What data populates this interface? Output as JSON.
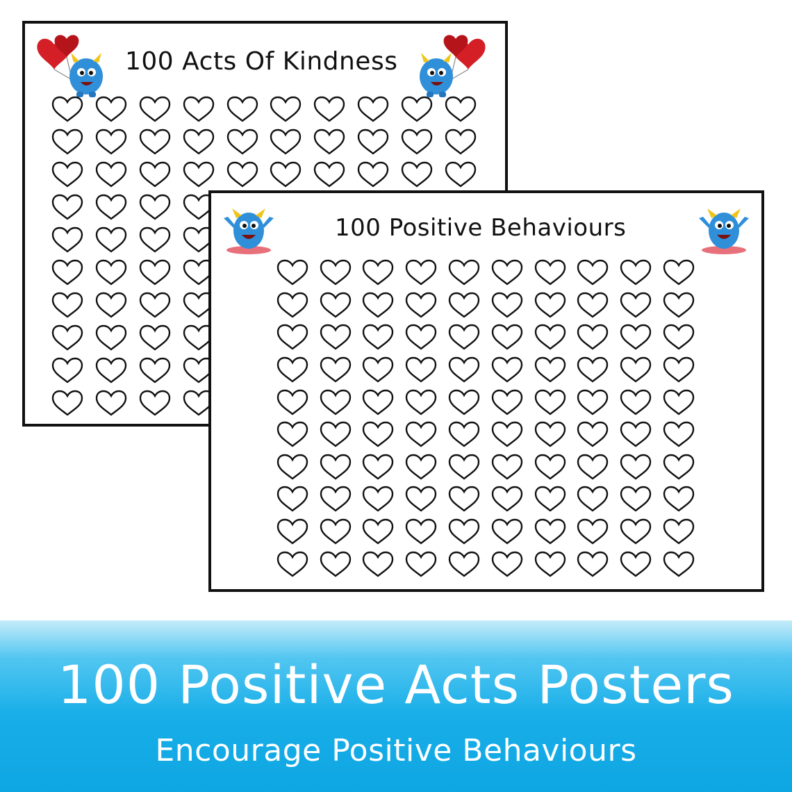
{
  "posters": {
    "back": {
      "title": "100 Acts Of Kindness",
      "heart_count": 100,
      "columns": 10,
      "decorations": [
        "heart-balloons-icon",
        "blue-monster-icon"
      ]
    },
    "front": {
      "title": "100 Positive Behaviours",
      "heart_count": 100,
      "columns": 10,
      "decorations": [
        "blue-monster-icon"
      ]
    }
  },
  "banner": {
    "title": "100 Positive Acts Posters",
    "subtitle": "Encourage Positive Behaviours"
  },
  "colors": {
    "banner_top": "#c5ecfa",
    "banner_bottom": "#0ea6e3",
    "monster_blue": "#2f8fd8",
    "balloon_red": "#d41f26",
    "outline": "#111111"
  }
}
